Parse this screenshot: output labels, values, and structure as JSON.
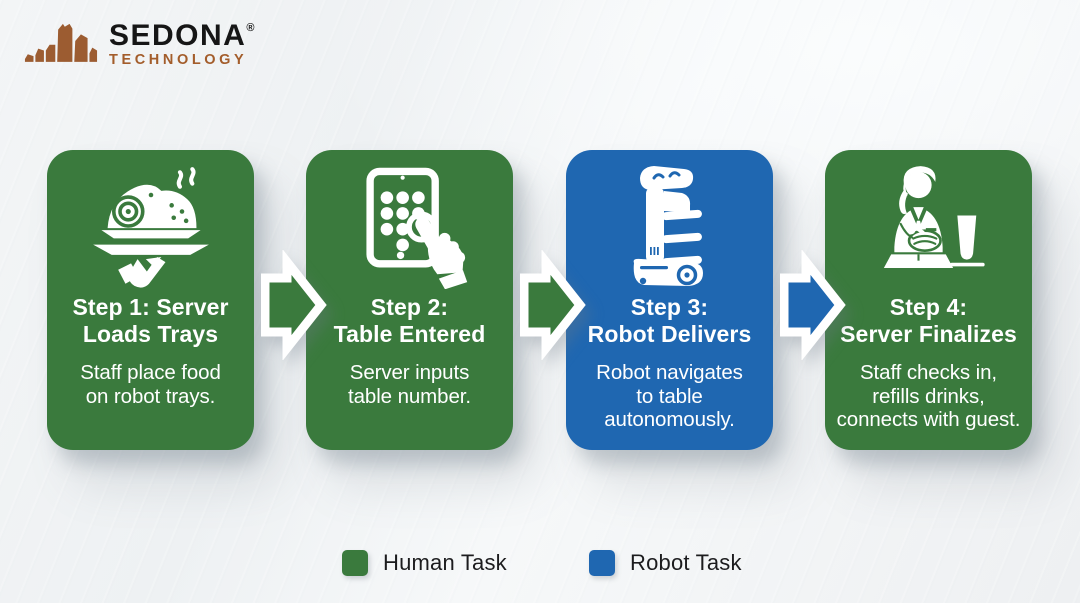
{
  "background": {
    "color": "#f1f3f5"
  },
  "logo": {
    "brand": "SEDONA",
    "registered": "®",
    "subbrand": "TECHNOLOGY",
    "icon": "red-rocks-icon",
    "brand_color": "#161616",
    "accent_color": "#9c5c31"
  },
  "colors": {
    "human": "#3a7a3d",
    "robot": "#1f67b1",
    "card_text": "#ffffff",
    "legend_text": "#1c1c1e"
  },
  "steps": [
    {
      "type": "human",
      "color": "#3a7a3d",
      "icon": "hand-serving-tray-icon",
      "title1": "Step 1: Server",
      "title2": "Loads Trays",
      "desc": [
        "Staff place food",
        "on robot trays."
      ]
    },
    {
      "type": "human",
      "color": "#3a7a3d",
      "icon": "tablet-keypad-touch-icon",
      "title1": "Step 2:",
      "title2": "Table Entered",
      "desc": [
        "Server inputs",
        "table number."
      ]
    },
    {
      "type": "robot",
      "color": "#1f67b1",
      "icon": "delivery-robot-icon",
      "title1": "Step 3:",
      "title2": "Robot Delivers",
      "desc": [
        "Robot navigates",
        "to table",
        "autonomously."
      ]
    },
    {
      "type": "human",
      "color": "#3a7a3d",
      "icon": "waitress-notepad-icon",
      "title1": "Step 4:",
      "title2": "Server Finalizes",
      "desc": [
        "Staff checks in,",
        "refills drinks,",
        "connects with guest."
      ]
    }
  ],
  "arrows": [
    {
      "icon": "arrow-right-icon",
      "color": "#3a7a3d"
    },
    {
      "icon": "arrow-right-icon",
      "color": "#3a7a3d"
    },
    {
      "icon": "arrow-right-icon",
      "color": "#1f67b1"
    }
  ],
  "legend": [
    {
      "label": "Human Task",
      "color": "#3a7a3d"
    },
    {
      "label": "Robot Task",
      "color": "#1f67b1"
    }
  ]
}
